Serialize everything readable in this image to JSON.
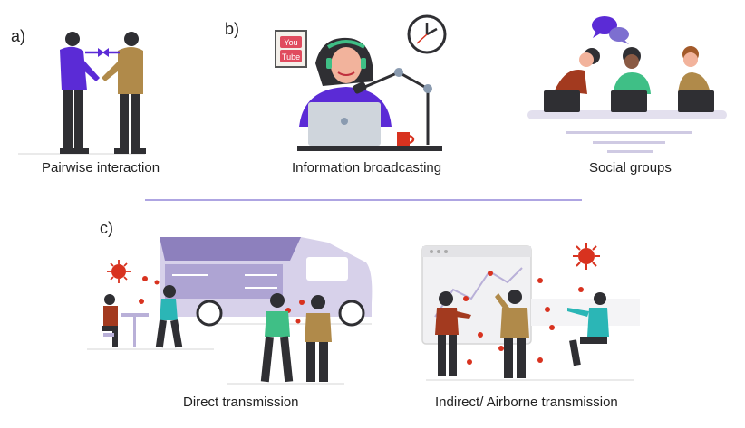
{
  "panels": {
    "a": {
      "letter": "a)",
      "caption": "Pairwise interaction"
    },
    "b": {
      "letter": "b)",
      "caption": "Information broadcasting",
      "logo_text_top": "You",
      "logo_text_bottom": "Tube"
    },
    "social": {
      "caption": "Social groups"
    },
    "c": {
      "letter": "c)",
      "caption_direct": "Direct transmission",
      "caption_indirect": "Indirect/ Airborne transmission"
    }
  },
  "colors": {
    "purple": "#5b2bd6",
    "mustard": "#b08a4a",
    "dark": "#2f2f33",
    "red": "#d8321f",
    "teal": "#2bb6b6",
    "green": "#3fbf86",
    "lavender": "#b9b0d8",
    "divider": "#7d6fd0",
    "shirt_red": "#a33a1f"
  },
  "icons": [
    "arrow-right-icon",
    "arrow-left-icon",
    "youtube-icon",
    "clock-icon",
    "speech-bubble-icon",
    "laptop-icon",
    "mug-icon",
    "virus-icon",
    "van-icon",
    "whiteboard-icon"
  ]
}
